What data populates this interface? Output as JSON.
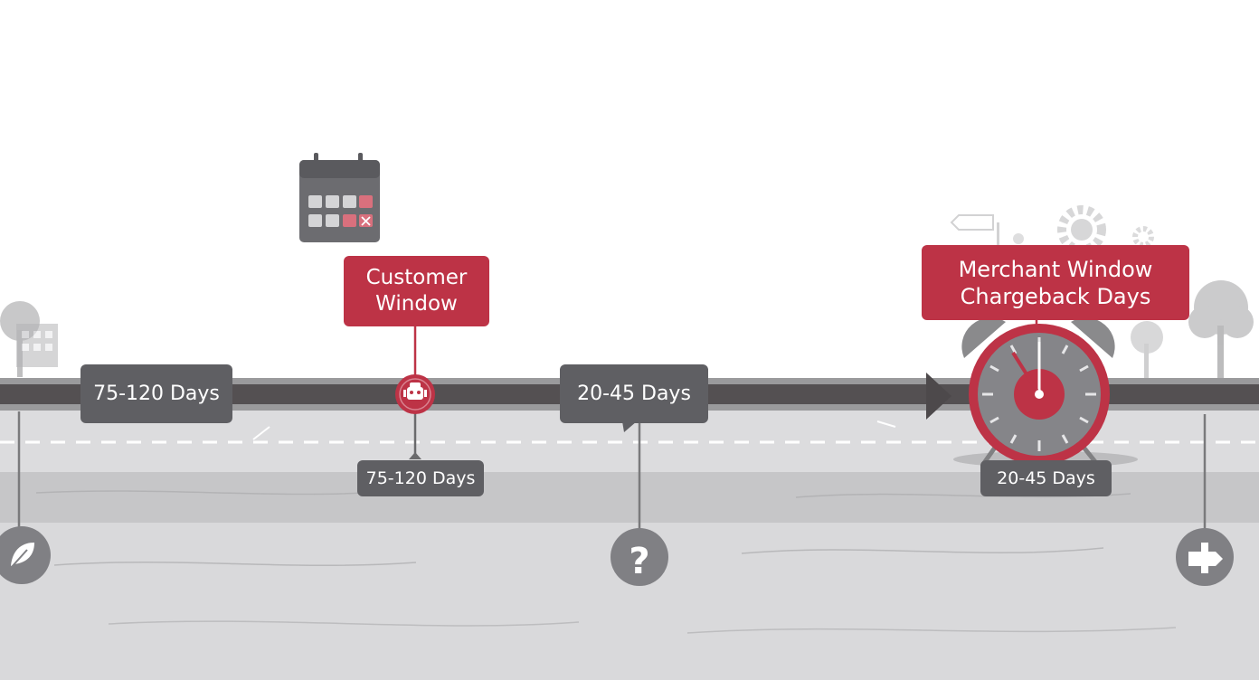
{
  "labels": {
    "left_duration": "75-120 Days",
    "middle_duration": "20-45 Days",
    "customer_duration": "75-120 Days",
    "merchant_duration": "20-45 Days",
    "customer_window_line1": "Customer",
    "customer_window_line2": "Window",
    "merchant_window_line1": "Merchant Window",
    "merchant_window_line2": "Chargeback Days",
    "question_mark": "?"
  },
  "colors": {
    "accent_red": "#bd3346",
    "label_gray": "#5f5f63",
    "road": "#d8d8da",
    "rail": "#5a5658"
  },
  "icons": [
    "calendar-icon",
    "alarm-clock-icon",
    "robot-icon",
    "leaf-icon",
    "question-icon",
    "signpost-icon",
    "gear-icon",
    "tree-icon",
    "building-icon"
  ]
}
